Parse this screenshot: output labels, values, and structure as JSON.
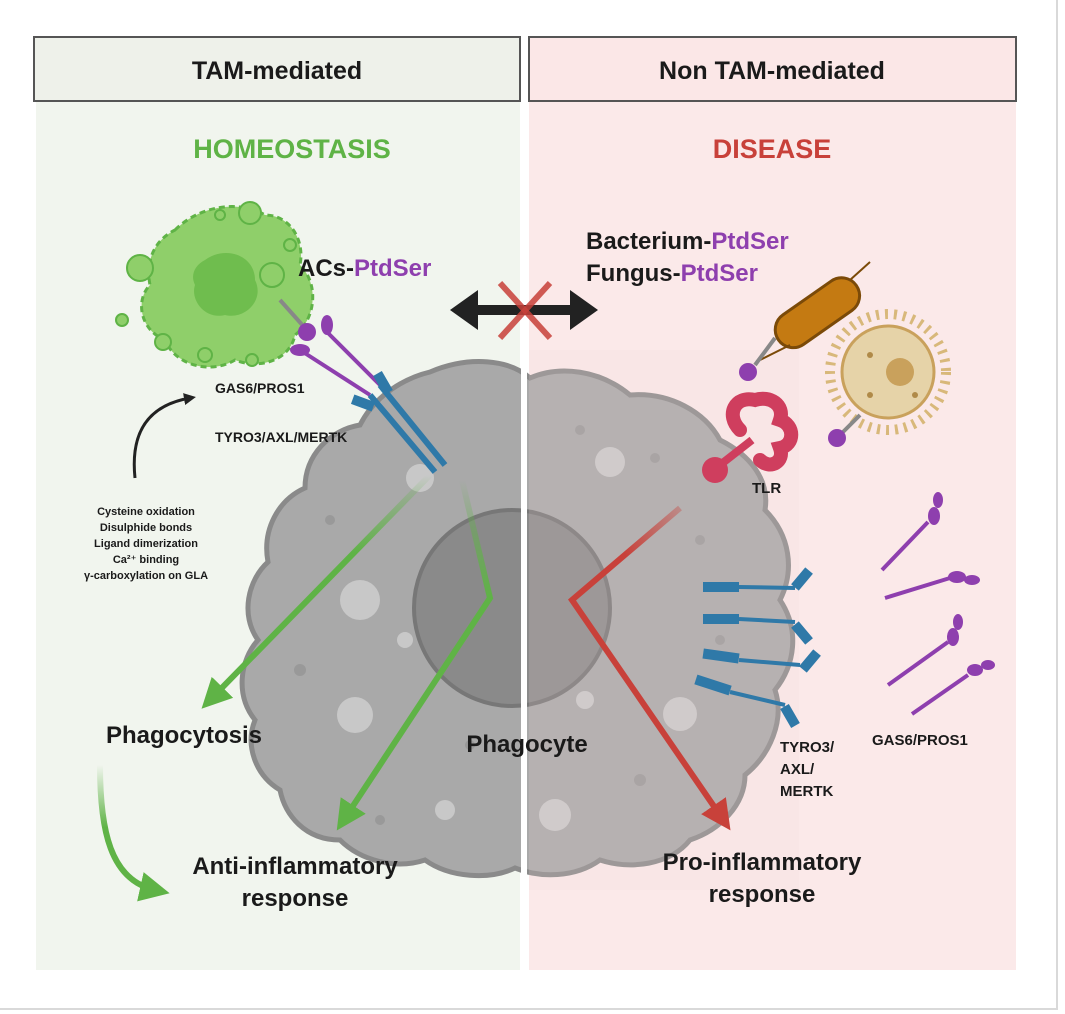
{
  "left_panel": {
    "header": "TAM-mediated",
    "state": "HOMEOSTASIS",
    "ligand_prefix": "ACs-",
    "ligand_suffix": "PtdSer",
    "ligand_label": "GAS6/PROS1",
    "receptor_label": "TYRO3/AXL/MERTK",
    "modifications": [
      "Cysteine oxidation",
      "Disulphide bonds",
      "Ligand dimerization",
      "Ca²⁺ binding",
      "γ-carboxylation on GLA"
    ],
    "outcome_1": "Phagocytosis",
    "outcome_2_line1": "Anti-inflammatory",
    "outcome_2_line2": "response"
  },
  "right_panel": {
    "header": "Non TAM-mediated",
    "state": "DISEASE",
    "pathogen_1_prefix": "Bacterium-",
    "pathogen_1_suffix": "PtdSer",
    "pathogen_2_prefix": "Fungus-",
    "pathogen_2_suffix": "PtdSer",
    "tlr_label": "TLR",
    "receptor_line1": "TYRO3/",
    "receptor_line2": "AXL/",
    "receptor_line3": "MERTK",
    "ligand_label": "GAS6/PROS1",
    "outcome_line1": "Pro-inflammatory",
    "outcome_line2": "response"
  },
  "center": {
    "cell_label": "Phagocyte"
  },
  "colors": {
    "left_bg": "#f1f5ee",
    "right_bg": "#fbe9e9",
    "green": "#5fb346",
    "red": "#c8413a",
    "purple": "#8e3fae",
    "receptor_blue": "#2f79a8",
    "cell_gray": "#a9a9a9"
  },
  "icons": [
    "no-interaction-cross-icon",
    "phagocyte-cell-icon",
    "apoptotic-cell-icon",
    "bacterium-icon",
    "fungus-icon",
    "tlr-receptor-icon",
    "tam-receptor-icon",
    "gas6-ligand-icon"
  ]
}
